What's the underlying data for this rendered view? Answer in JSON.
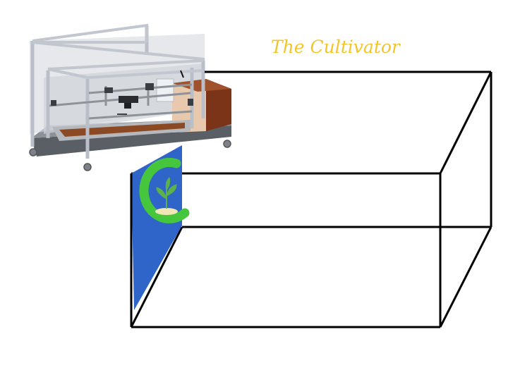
{
  "title": {
    "text": "The Cultivator",
    "color": "#f3c52b"
  },
  "colors": {
    "box_stroke": "#000000",
    "banner_blue": "#2f64c8",
    "logo_green": "#46c63c",
    "plant_green": "#5db14a",
    "soil": "#8b4a23",
    "frame": "#b9bec8",
    "frame_dark": "#6f747c",
    "glass": "#d6d9dd",
    "cabinet_brown": "#7b3417"
  },
  "icons": {
    "machine": "cultivator-machine-illustration",
    "logo": "cultivator-c-logo",
    "plant": "seedling-icon"
  }
}
